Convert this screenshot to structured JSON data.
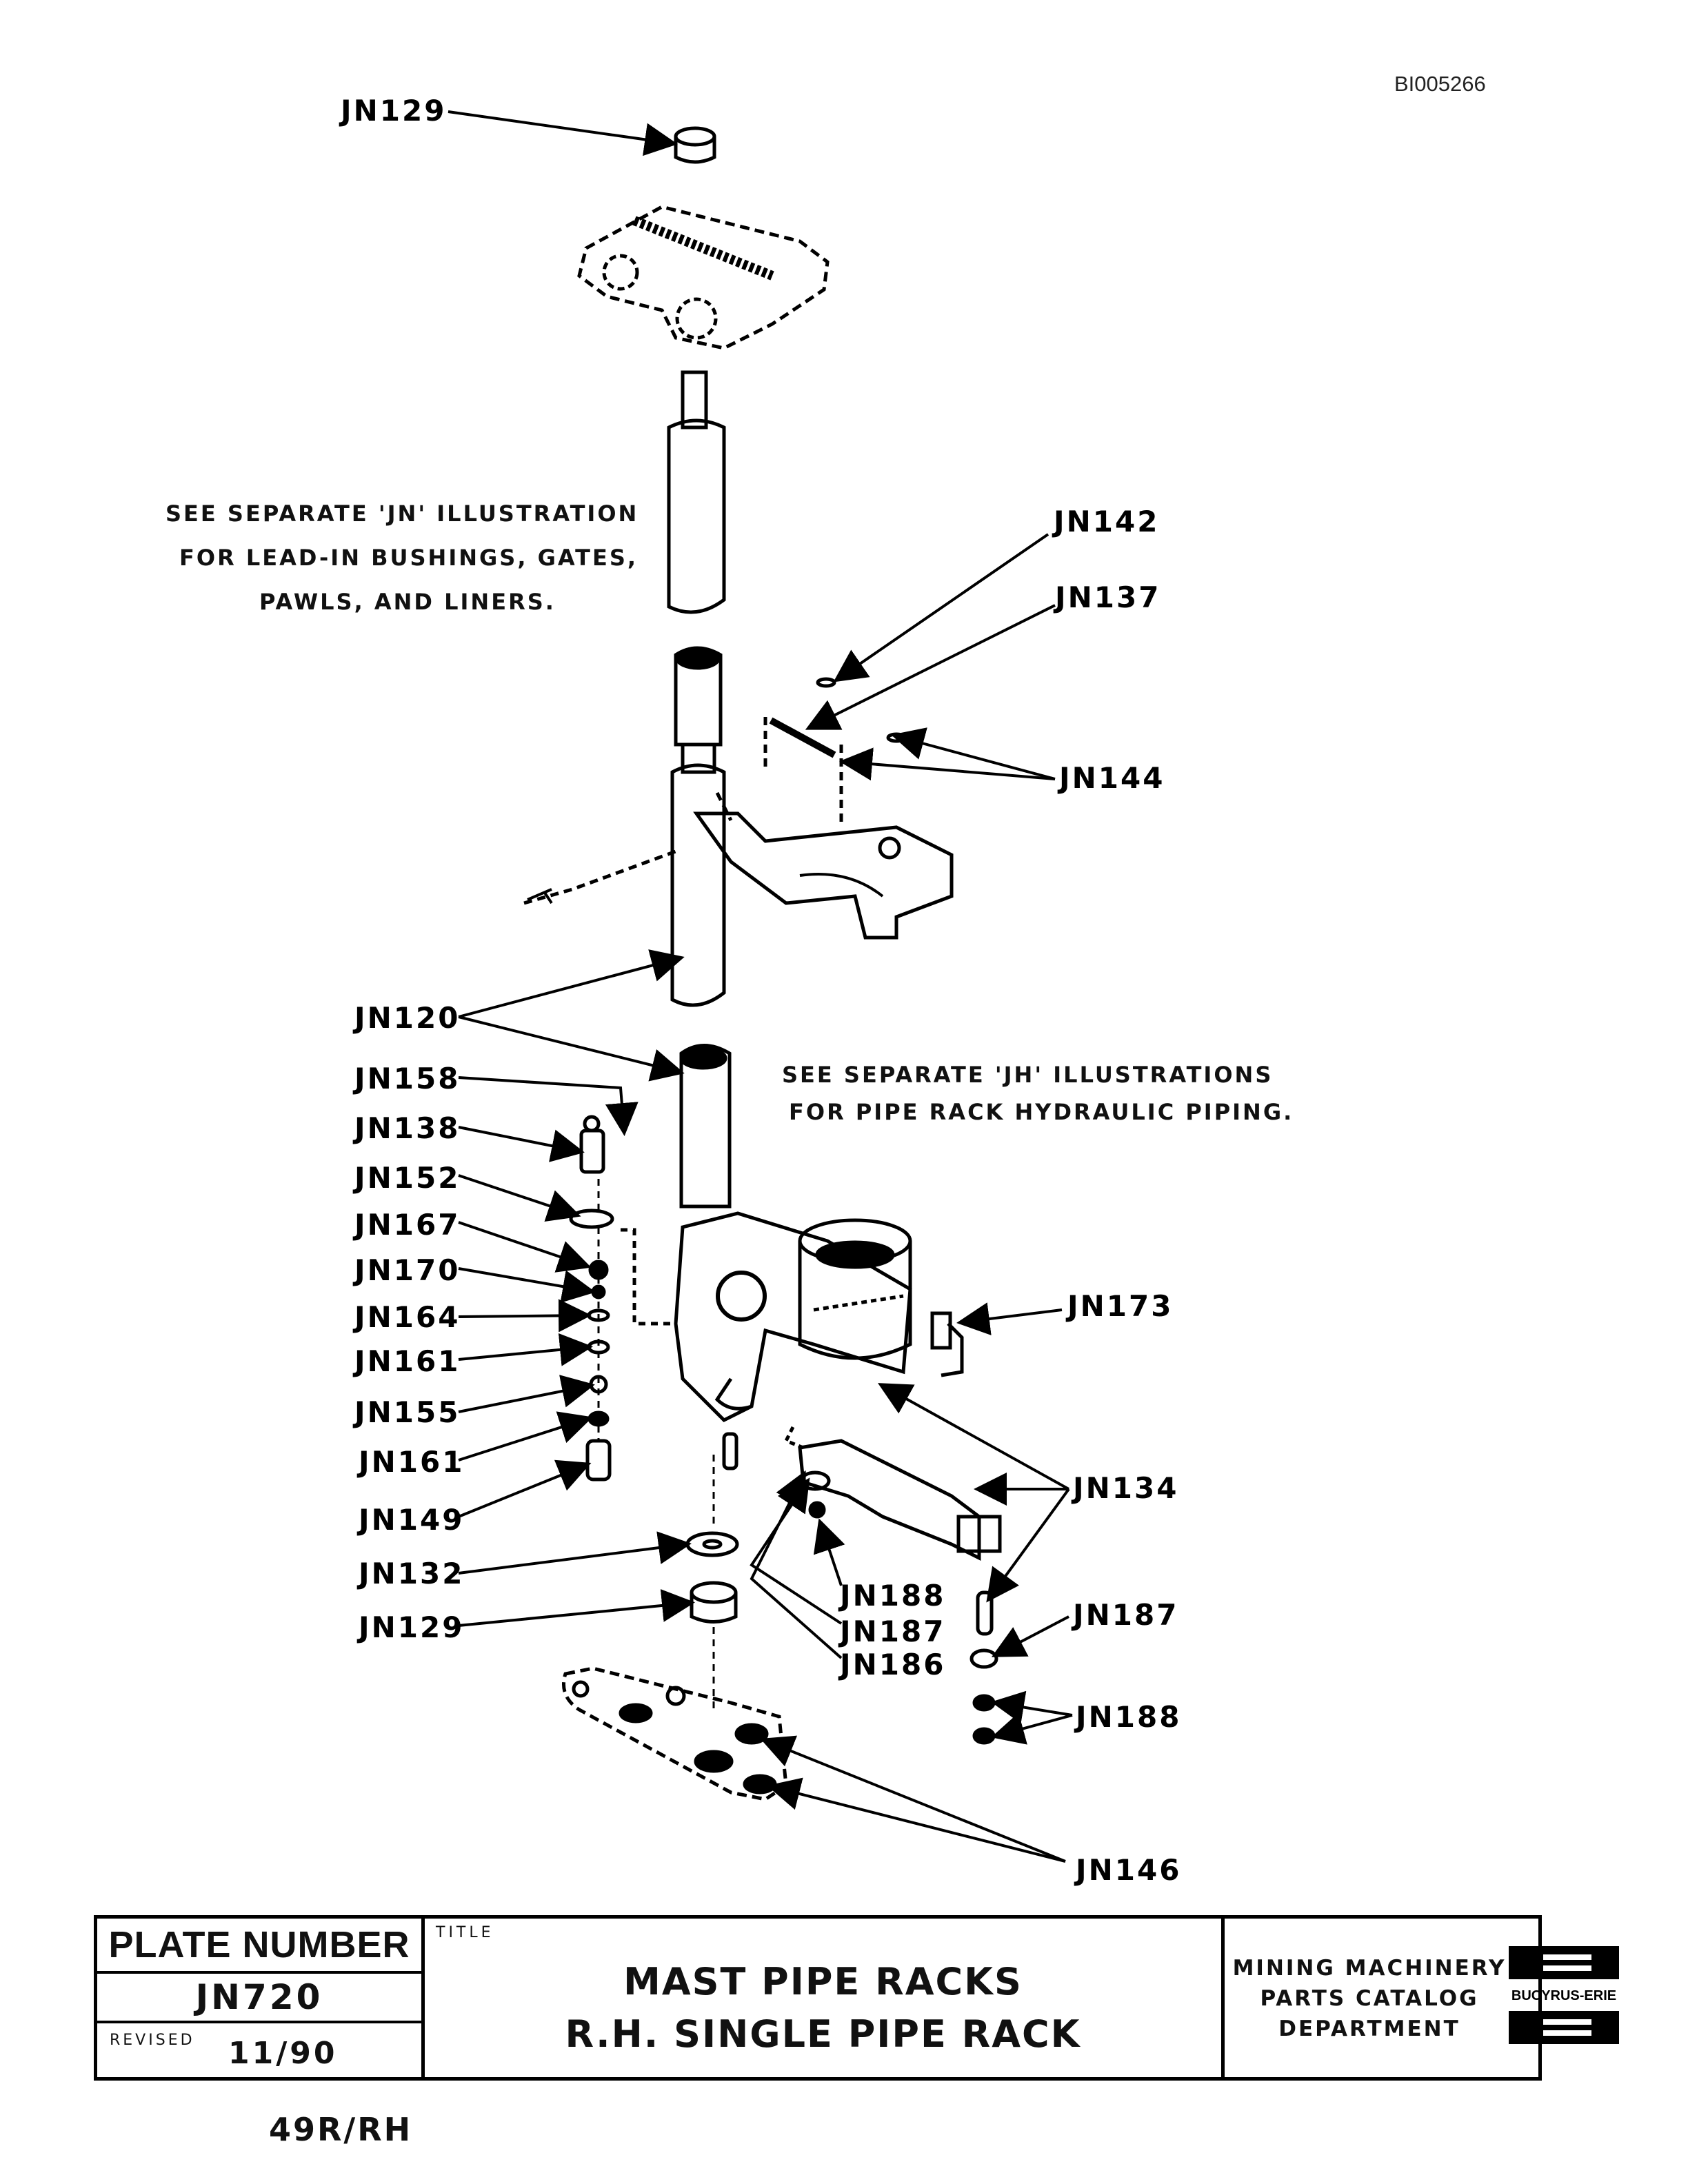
{
  "document_id": "BI005266",
  "notes": [
    [
      "SEE SEPARATE 'JN' ILLUSTRATION",
      "FOR LEAD-IN BUSHINGS, GATES,",
      "PAWLS, AND LINERS."
    ],
    [
      "SEE SEPARATE 'JH' ILLUSTRATIONS",
      "FOR PIPE RACK HYDRAULIC PIPING."
    ]
  ],
  "callouts": {
    "top_jn129": "JN129",
    "jn142": "JN142",
    "jn137": "JN137",
    "jn144": "JN144",
    "jn120": "JN120",
    "jn158": "JN158",
    "jn138": "JN138",
    "jn152": "JN152",
    "jn167": "JN167",
    "jn170": "JN170",
    "jn164": "JN164",
    "jn161a": "JN161",
    "jn155": "JN155",
    "jn161b": "JN161",
    "jn149": "JN149",
    "jn132": "JN132",
    "bottom_jn129": "JN129",
    "jn173": "JN173",
    "jn134": "JN134",
    "jn188a": "JN188",
    "jn187a": "JN187",
    "jn186": "JN186",
    "jn187b": "JN187",
    "jn188b": "JN188",
    "jn146": "JN146"
  },
  "title_block": {
    "plate_label": "PLATE NUMBER",
    "plate_number": "JN720",
    "revised_label": "REVISED",
    "revised_date": "11/90",
    "title_label": "TITLE",
    "title_line1": "MAST PIPE RACKS",
    "title_line2": "R.H. SINGLE PIPE RACK",
    "dept_line1": "MINING MACHINERY",
    "dept_line2": "PARTS CATALOG",
    "dept_line3": "DEPARTMENT",
    "logo_text": "BUCYRUS-ERIE"
  },
  "model_code": "49R/RH"
}
